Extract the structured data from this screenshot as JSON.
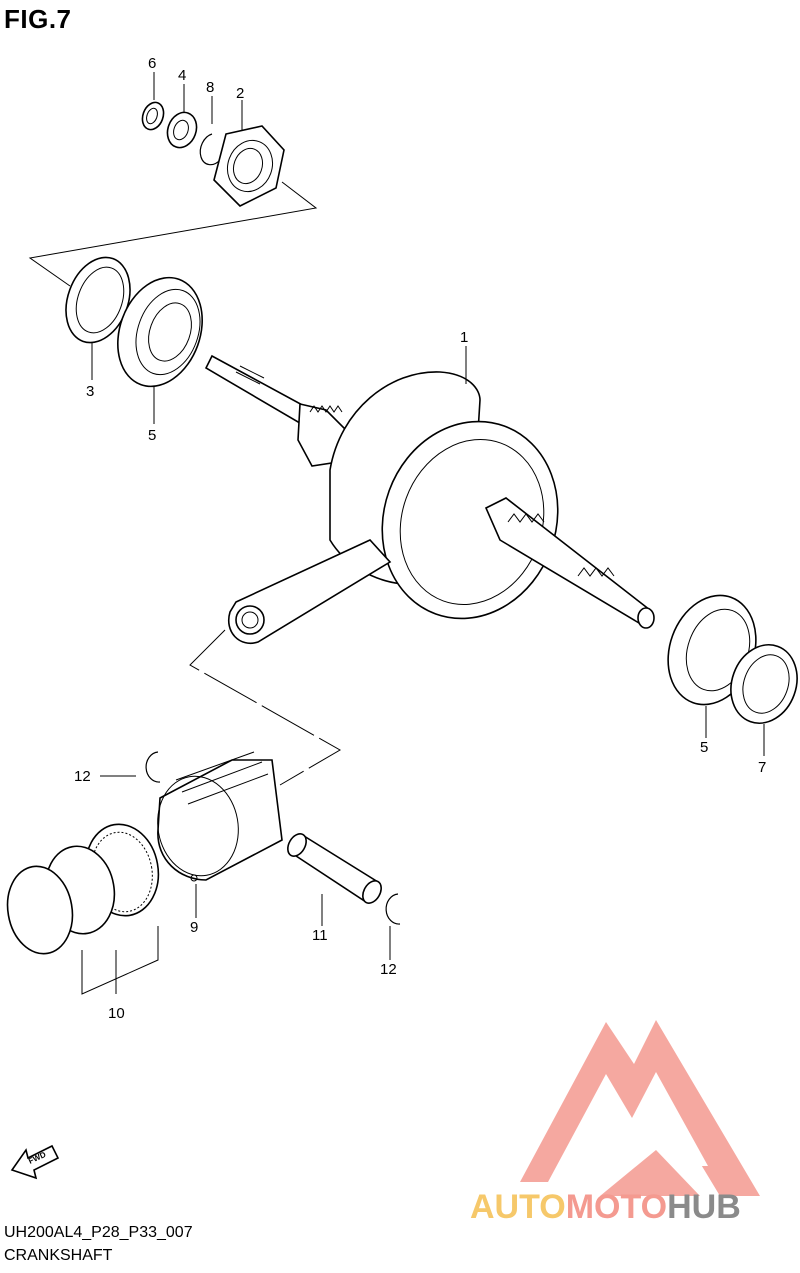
{
  "figure": {
    "title": "FIG.7",
    "code": "UH200AL4_P28_P33_007",
    "name": "CRANKSHAFT"
  },
  "callouts": {
    "c1": "1",
    "c2": "2",
    "c3": "3",
    "c4": "4",
    "c5a": "5",
    "c5b": "5",
    "c6": "6",
    "c7": "7",
    "c8": "8",
    "c9": "9",
    "c10": "10",
    "c11": "11",
    "c12a": "12",
    "c12b": "12"
  },
  "fwd_arrow": {
    "label": "FWD"
  },
  "watermark": {
    "part1": "AUTO",
    "part2": "MOTO",
    "part3": "HUB",
    "colors": {
      "auto": "#f6c86a",
      "moto": "#f49a90",
      "hub": "#8a8a8a",
      "logo": "#f28b82"
    }
  },
  "icons": {
    "fwd": "fwd-arrow-icon",
    "logo": "automotohub-logo-icon"
  }
}
